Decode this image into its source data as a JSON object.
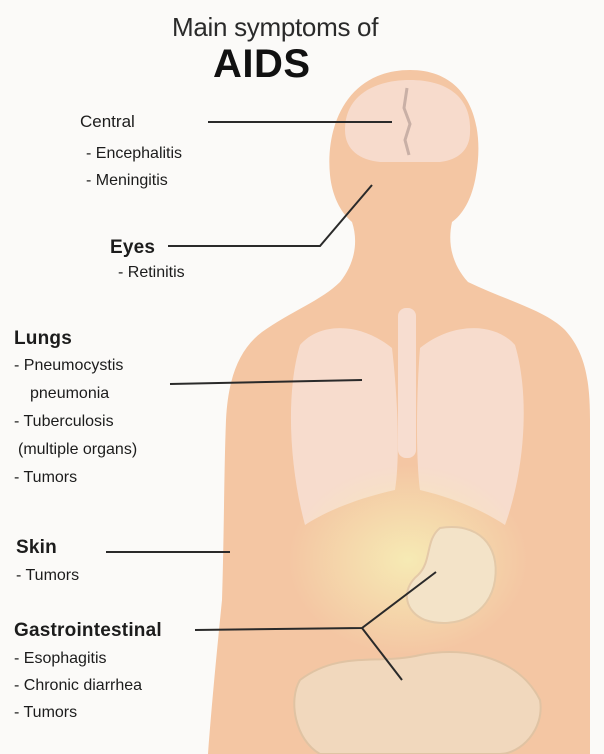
{
  "title": {
    "line1": "Main symptoms of",
    "line2": "AIDS"
  },
  "colors": {
    "background": "#fbfaf8",
    "skin": "#f4c6a3",
    "organ": "#f7ddd0",
    "highlight": "#f6ecb5",
    "leader_line": "#2a2a2a",
    "text": "#1c1c1c"
  },
  "groups": {
    "central": {
      "heading": "Central",
      "items": [
        "- Encephalitis",
        "- Meningitis"
      ]
    },
    "eyes": {
      "heading": "Eyes",
      "items": [
        "- Retinitis"
      ]
    },
    "lungs": {
      "heading": "Lungs",
      "items": [
        "- Pneumocystis",
        "pneumonia",
        "- Tuberculosis",
        "(multiple organs)",
        "- Tumors"
      ]
    },
    "skin": {
      "heading": "Skin",
      "items": [
        "- Tumors"
      ]
    },
    "gastrointestinal": {
      "heading": "Gastrointestinal",
      "items": [
        "- Esophagitis",
        "- Chronic diarrhea",
        "- Tumors"
      ]
    }
  }
}
